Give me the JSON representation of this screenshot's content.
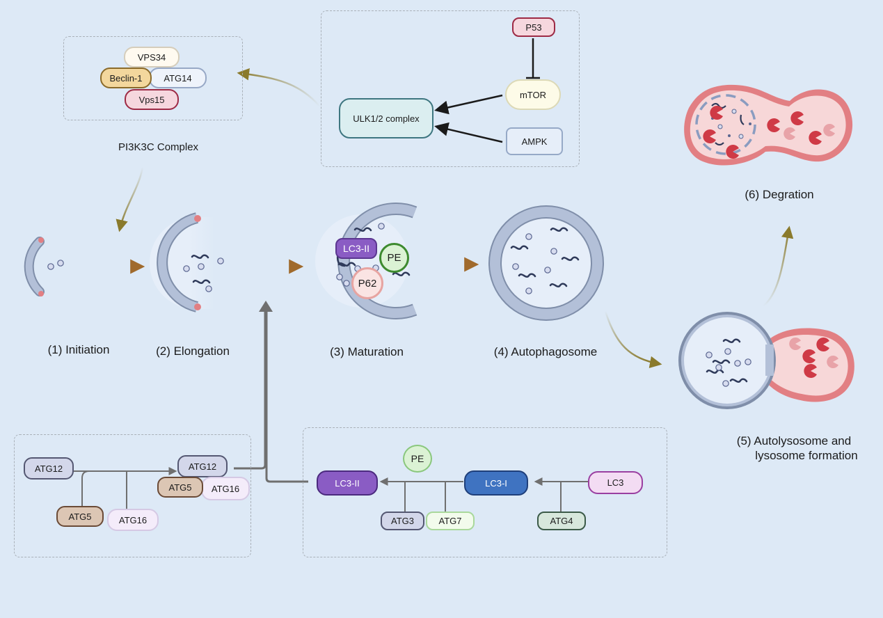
{
  "complexes": {
    "pi3k": {
      "title": "PI3K3C Complex",
      "vps34": "VPS34",
      "beclin": "Beclin-1",
      "atg14": "ATG14",
      "vps15": "Vps15"
    },
    "ulk": {
      "p53": "P53",
      "mtor": "mTOR",
      "ulk": "ULK1/2 complex",
      "ampk": "AMPK"
    }
  },
  "stages": {
    "initiation": "(1) Initiation",
    "elongation": "(2) Elongation",
    "maturation": "(3) Maturation",
    "autophagosome": "(4) Autophagosome",
    "autolysosome_line1": "(5) Autolysosome and",
    "autolysosome_line2": "lysosome formation",
    "degradation": "(6) Degration"
  },
  "maturation_labels": {
    "lc3ii": "LC3-II",
    "pe": "PE",
    "p62": "P62"
  },
  "atg12_pathway": {
    "atg12_a": "ATG12",
    "atg5_a": "ATG5",
    "atg16_a": "ATG16",
    "atg12_b": "ATG12",
    "atg5_b": "ATG5",
    "atg16_b": "ATG16"
  },
  "lc3_pathway": {
    "lc3ii": "LC3-II",
    "pe": "PE",
    "lc3i": "LC3-I",
    "lc3": "LC3",
    "atg3": "ATG3",
    "atg7": "ATG7",
    "atg4": "ATG4"
  },
  "colors": {
    "background": "#dde9f6",
    "membrane": "#a7b6cf",
    "membrane_edge": "#7f8ea9",
    "lysosome": "#e27f83",
    "enzyme": "#d03a45",
    "arrow_olive": "#8a7a2c",
    "arrow_brown": "#a06a2c",
    "connector_gray": "#6f6f6f",
    "lc3ii_purple": "#8a5cc4",
    "lc3i_blue": "#3f73c1"
  }
}
